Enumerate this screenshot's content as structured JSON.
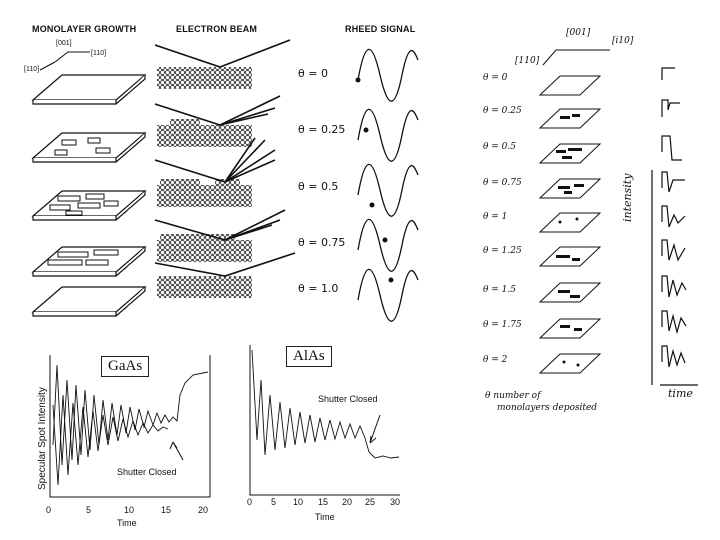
{
  "left_figure": {
    "headers": {
      "growth": "MONOLAYER GROWTH",
      "beam": "ELECTRON BEAM",
      "signal": "RHEED SIGNAL"
    },
    "directions": [
      "[001]",
      "[110]",
      "[110]"
    ],
    "coverage_labels": [
      "θ = 0",
      "θ = 0.25",
      "θ = 0.5",
      "θ = 0.75",
      "θ = 1.0"
    ]
  },
  "right_figure": {
    "directions": [
      "[001]",
      "[i10]",
      "[110]"
    ],
    "coverage_labels": [
      "θ = 0",
      "θ = 0.25",
      "θ = 0.5",
      "θ = 0.75",
      "θ = 1",
      "θ = 1.25",
      "θ = 1.5",
      "θ = 1.75",
      "θ = 2"
    ],
    "footnote_line1": "θ  number of",
    "footnote_line2": "monolayers deposited",
    "y_axis_label": "intensity",
    "x_axis_label": "time"
  },
  "gaas_plot": {
    "label": "GaAs",
    "y_axis_label": "Specular Spot Intensity",
    "annotation": "Shutter Closed",
    "x_ticks": [
      "0",
      "5",
      "10",
      "15",
      "20"
    ],
    "x_axis_label": "Time"
  },
  "alas_plot": {
    "label": "AlAs",
    "annotation": "Shutter Closed",
    "x_ticks": [
      "0",
      "5",
      "10",
      "15",
      "20",
      "25",
      "30"
    ],
    "x_axis_label": "Time"
  }
}
